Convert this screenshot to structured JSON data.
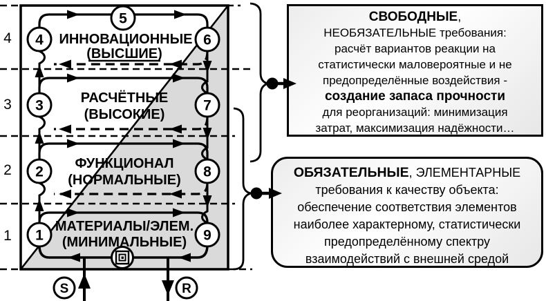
{
  "colors": {
    "ink": "#000000",
    "shade": "#dadada",
    "paper": "#ffffff"
  },
  "diagram": {
    "scale_labels": [
      "4",
      "3",
      "2",
      "1"
    ],
    "levels": [
      {
        "name": "ИННОВАЦИОННЫЕ",
        "grade": "(ВЫСШИЕ)"
      },
      {
        "name": "РАСЧЁТНЫЕ",
        "grade": "(ВЫСОКИЕ)"
      },
      {
        "name": "ФУНКЦИОНАЛ",
        "grade": "(НОРМАЛЬНЫЕ)"
      },
      {
        "name": "МАТЕРИАЛЫ/ЭЛЕМ.",
        "grade": "(МИНИМАЛЬНЫЕ)"
      }
    ],
    "nodes": [
      "1",
      "2",
      "3",
      "4",
      "5",
      "6",
      "7",
      "8",
      "9"
    ],
    "source_label": "S",
    "result_label": "R"
  },
  "free_box": {
    "title": "СВОБОДНЫЕ",
    "title_suffix": ",",
    "subtitle": "НЕОБЯЗАТЕЛЬНЫЕ требования:",
    "body_lines": [
      "расчёт вариантов реакции на",
      "статистически маловероятные и не",
      "предопределённые воздействия -"
    ],
    "emphasis": "создание запаса прочности",
    "tail_lines": [
      "для реорганизаций: минимизация",
      "затрат, максимизация надёжности…"
    ]
  },
  "mandatory_box": {
    "title": "ОБЯЗАТЕЛЬНЫЕ",
    "title_suffix": ", ЭЛЕМЕНТАРНЫЕ",
    "body_lines": [
      "требования к качеству объекта:",
      "обеспечение соответствия элементов",
      "наиболее характерному, статистически",
      "предопределённому спектру",
      "взаимодействий с внешней средой"
    ]
  }
}
